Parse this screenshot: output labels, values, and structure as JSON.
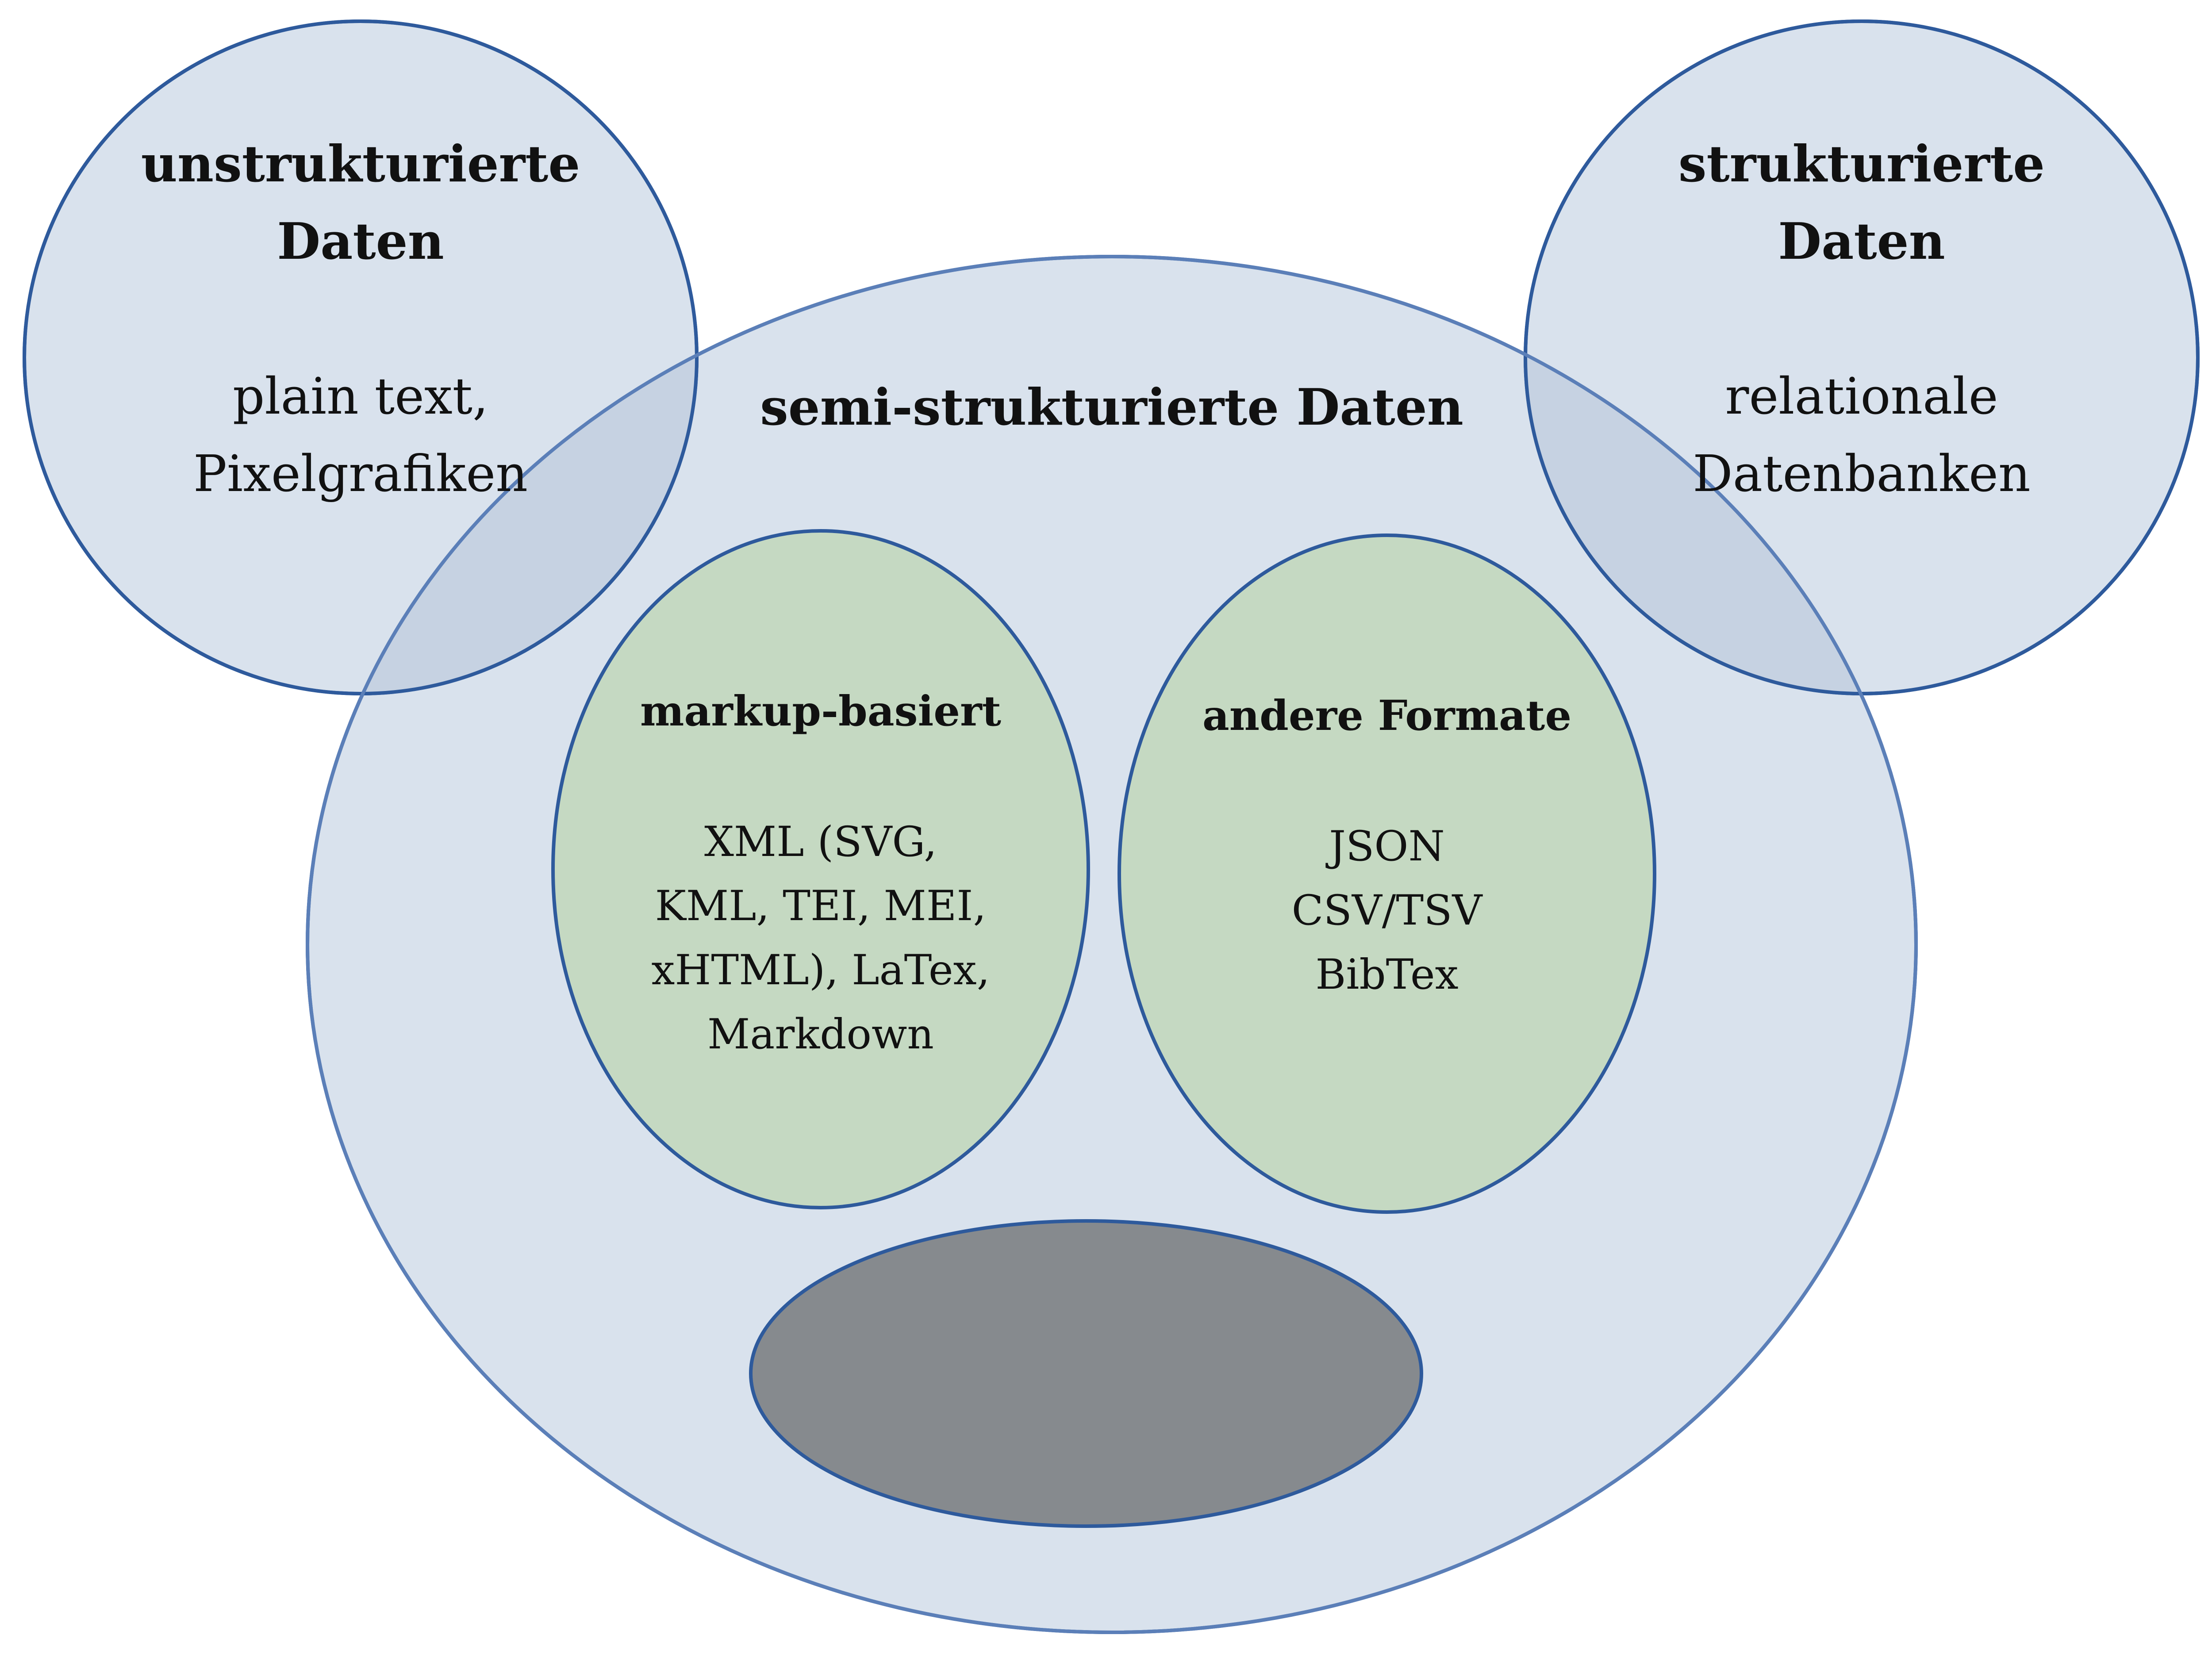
{
  "colors": {
    "outline": "#2e5a9c",
    "light_blue_fill": "#d9e2ed",
    "overlap_fill": "#c6d2e2",
    "green_fill": "#c5d9c2",
    "gray_fill": "#868a8e",
    "text": "#111111"
  },
  "left_circle": {
    "title_line1": "unstrukturierte",
    "title_line2": "Daten",
    "body_line1": "plain text,",
    "body_line2": "Pixelgrafiken"
  },
  "right_circle": {
    "title_line1": "strukturierte",
    "title_line2": "Daten",
    "body_line1": "relationale",
    "body_line2": "Datenbanken"
  },
  "center_ellipse": {
    "title": "semi-strukturierte Daten"
  },
  "markup_ellipse": {
    "title": "markup-basiert",
    "line1": "XML (SVG,",
    "line2": "KML, TEI, MEI,",
    "line3": "xHTML), LaTex,",
    "line4": "Markdown"
  },
  "other_ellipse": {
    "title": "andere Formate",
    "line1": "JSON",
    "line2": "CSV/TSV",
    "line3": "BibTex"
  }
}
